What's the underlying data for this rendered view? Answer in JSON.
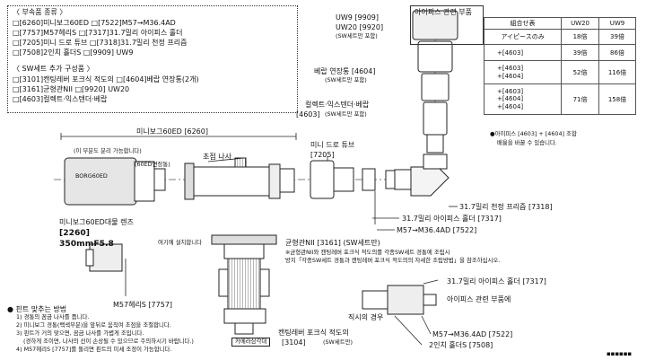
{
  "parts_list": {
    "heading": "〈 부속품 종류 〉",
    "lines": [
      "□[6260]미니보그60ED  □[7522]M57→M36.4AD",
      "□[7757]M57헤리S  □[7317]31.7밀리 아이피스 홀더",
      "□[7205]미니 드로 튜브  □[7318]31.7밀리 천정 프리즘",
      "□[7508]2인치 홀더S  □[9909] UW9"
    ],
    "sw_heading": "〈 SW세트 추가 구성품 〉",
    "sw_lines": [
      "□[3101]캔팅레버 포크식 적도의  □[4604]베랍 연장통(2개)",
      "□[3161]균형관NII  □[9920] UW20",
      "□[4603]컬렉트·익스텐더·베랍"
    ]
  },
  "eyepiece_box_label": "아이피스 관련 부품",
  "callouts": {
    "uw9": "UW9 [9909]",
    "uw20": "UW20 [9920]",
    "uw20_note": "(SW세트만 포함)",
    "extension": "베랍 연장통 [4604]",
    "extension_note": "(SW세트만 포함)",
    "collet": "컬렉트·익스텐더·베랍",
    "collet_code": "[4603]",
    "collet_note": "(SW세트만 포함)",
    "mini_draw": "미니 드로 튜브",
    "mini_draw_code": "[7205]",
    "focus_knob": "초점 나사",
    "scope_header": "미니보그60ED [6260]",
    "detach_note": "(이 부분도 분리 가능합니다)",
    "tube_note": "(60ED연장통)",
    "barrel_text": "BORG60ED",
    "lens_label": "미니보그60ED대물 렌즈",
    "lens_code": "[2260]",
    "lens_spec": "350mmF5.8",
    "prism": "31.7밀리 천정 프리즘 [7318]",
    "ep_holder": "31.7밀리 아이피스 홀더 [7317]",
    "adapter": "M57→M36.4AD [7522]",
    "here_install": "여기에 설치합니다",
    "balance": "균형관NII [3161] (SW세트만)",
    "balance_note1": "※균형관NII와 캔팅레버 포크식 적도의를 각종SW세트 경통에 조립시",
    "balance_note2": "방지「각종SW세트 경통과 캔팅레버 포크식 적도의의 자세한 조립방법」을 참조하십시오.",
    "helicoid": "M57헤리S [7757]",
    "fork_mount": "캔팅레버 포크식 적도의",
    "fork_code": "[3104]",
    "fork_note": "(SW세트만)",
    "tripod_tag": "카메라삼각대",
    "straight_case": "직시의 경우",
    "ep_holder2": "31.7밀리 아이피스 홀더 [7317]",
    "ep_parts2": "아이피스 관련 부품에",
    "adapter2": "M57→M36.4AD [7522]",
    "holder2in": "2인치 홀더S [7508]",
    "mag_note1": "●아이피스 [4603] + [4604] 조합",
    "mag_note2": "배율을 바꿀 수 있습니다.",
    "footer_mark": "◾◾◾◾◾◾"
  },
  "focus_method": {
    "heading": "● 핀트 맞추는 방법",
    "steps": [
      "1) 경통의 꼼금 나사를 풉니다.",
      "2) 미니보그 경통(백색부분)을 앞뒤로 움직여 초점을 조절합니다.",
      "3) 핀트가 거의 맞으면, 꼼금 나사를 가볍게 조입니다.",
      "(경하게 조이면, 나사의 선이 손상될 수 있으므로 주의하시기 바랍니다.)",
      "4) M57헤리S [7757]를 돌리면 핀트의 미세 조정이 가능합니다."
    ]
  },
  "magnification": {
    "headers": [
      "組合せ表",
      "UW20",
      "UW9"
    ],
    "rows": [
      {
        "label": [
          "アイピースのみ"
        ],
        "uw20": "18倍",
        "uw9": "39倍"
      },
      {
        "label": [
          "+[4603]"
        ],
        "uw20": "39倍",
        "uw9": "86倍"
      },
      {
        "label": [
          "+[4603]",
          "+[4604]"
        ],
        "uw20": "52倍",
        "uw9": "116倍"
      },
      {
        "label": [
          "+[4603]",
          "+[4604]",
          "+[4604]"
        ],
        "uw20": "71倍",
        "uw9": "158倍"
      }
    ]
  }
}
